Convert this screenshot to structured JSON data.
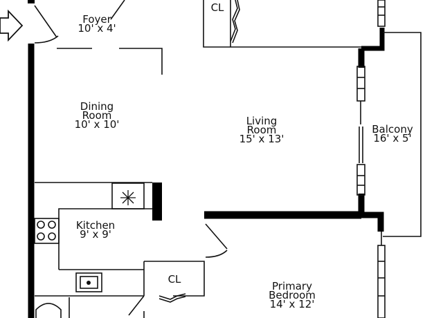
{
  "rooms": {
    "foyer": {
      "name": "Foyer",
      "dims": "10' x 4'"
    },
    "dining": {
      "name": "Dining",
      "name2": "Room",
      "dims": "10' x 10'"
    },
    "living": {
      "name": "Living",
      "name2": "Room",
      "dims": "15' x 13'"
    },
    "balcony": {
      "name": "Balcony",
      "dims": "16' x 5'"
    },
    "kitchen": {
      "name": "Kitchen",
      "dims": "9' x 9'"
    },
    "bedroom": {
      "name": "Primary",
      "name2": "Bedroom",
      "dims": "14' x 12'"
    }
  },
  "closets": {
    "top": "CL",
    "bottom": "CL"
  },
  "icons": [
    "entry-arrow-icon",
    "snowflake-icon",
    "stove-icon",
    "sink-icon",
    "bathtub-icon"
  ],
  "colors": {
    "wall": "#000000",
    "line": "#111111",
    "background": "#ffffff"
  }
}
